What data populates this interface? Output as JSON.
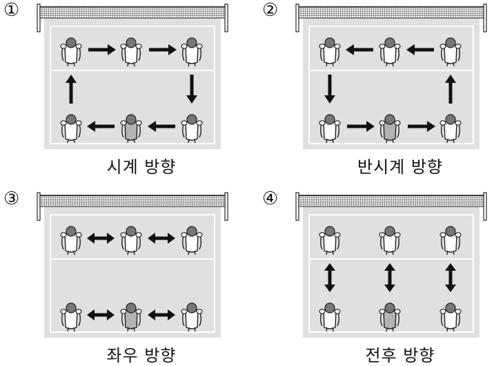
{
  "panels": [
    {
      "number": "①",
      "caption": "시계 방향"
    },
    {
      "number": "②",
      "caption": "반시계 방향"
    },
    {
      "number": "③",
      "caption": "좌우 방향"
    },
    {
      "number": "④",
      "caption": "전후 방향"
    }
  ],
  "colors": {
    "court_floor": "#e0e0e0",
    "court_lines": "#ffffff",
    "player_body": "#ffffff",
    "player_head": "#777777",
    "highlight_player": "#b3b3b3",
    "arrow": "#111111"
  },
  "icons": [
    "volleyball-net-icon",
    "player-icon",
    "arrow-icon",
    "double-arrow-icon"
  ]
}
